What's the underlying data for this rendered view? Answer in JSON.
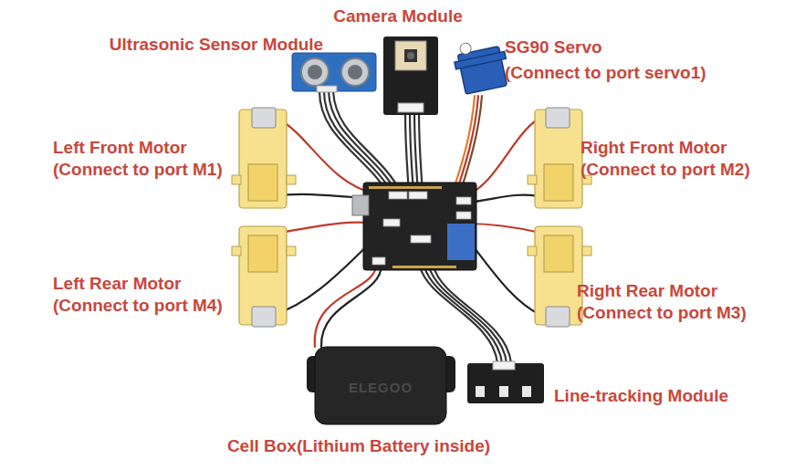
{
  "diagram": {
    "labels": [
      "Ultrasonic Sensor Module",
      "Camera Module",
      "SG90 Servo (Connect to port servo1)",
      "Left Front Motor (Connect to port M1)",
      "Right Front Motor (Connect to port M2)",
      "Left Rear Motor (Connect to port M4)",
      "Right Rear Motor (Connect to port M3)",
      "Line-tracking Module",
      "Cell Box(Lithium Battery inside)",
      "ELEGOO"
    ]
  }
}
